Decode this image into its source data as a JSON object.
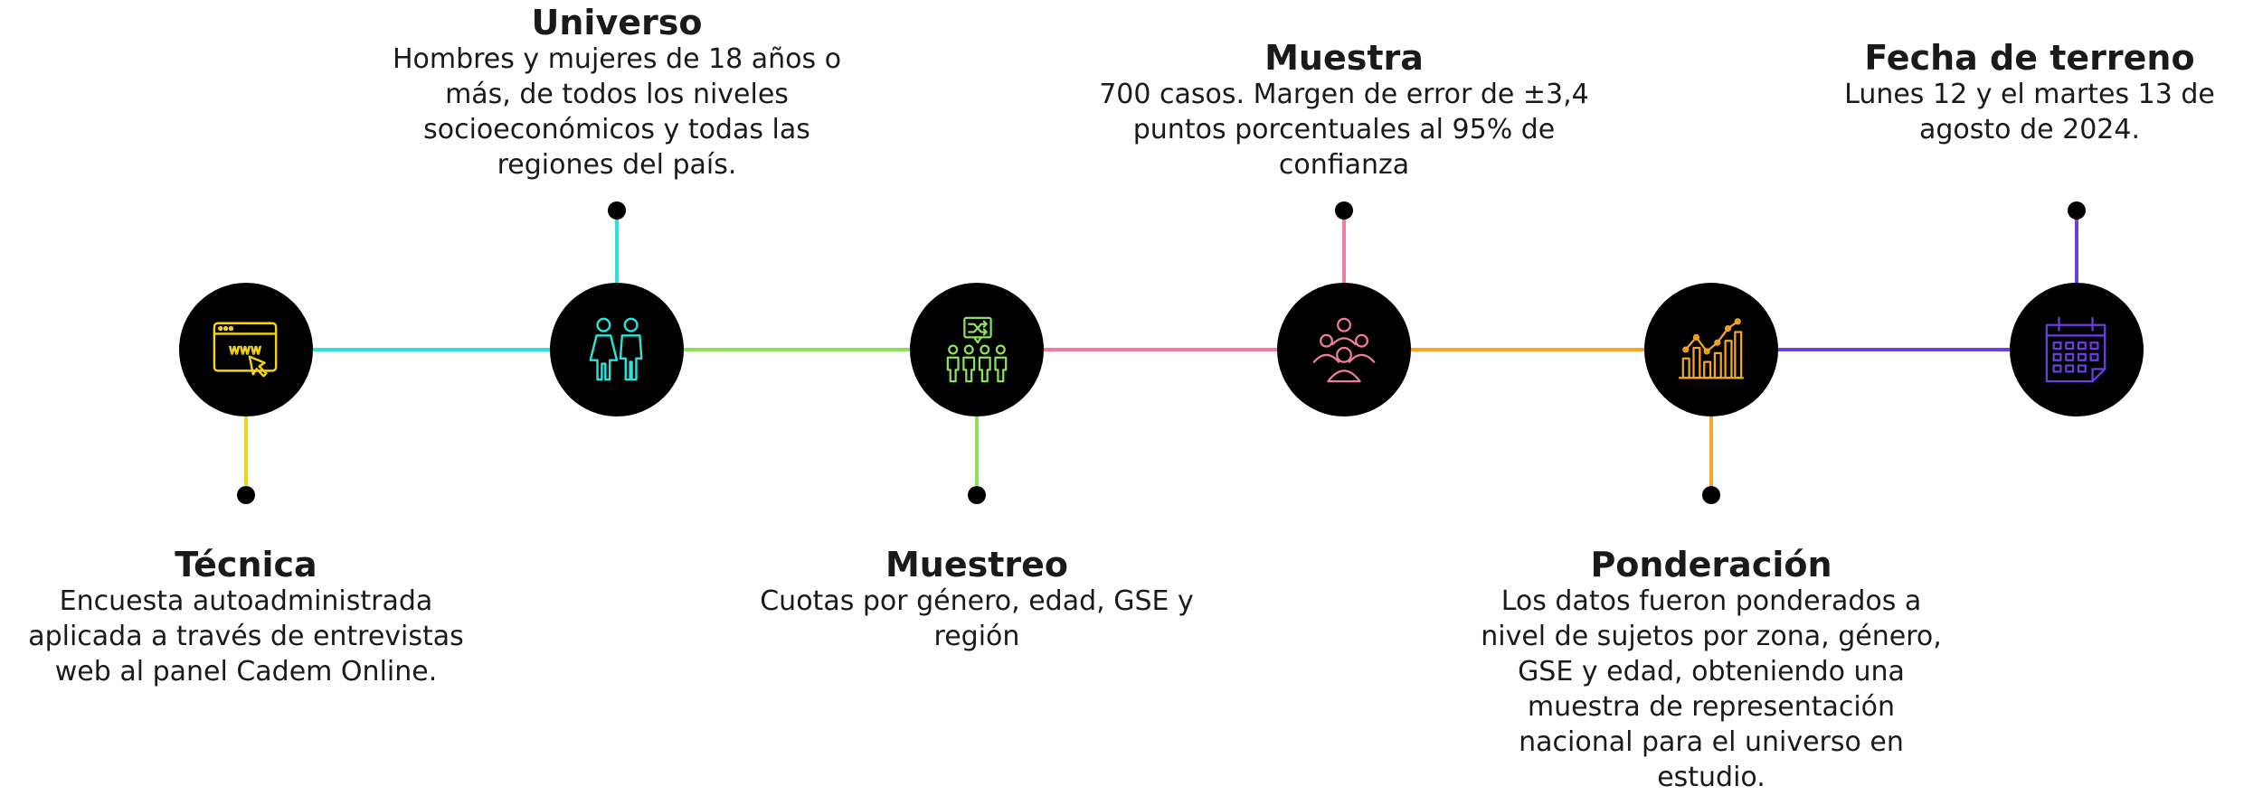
{
  "steps": [
    {
      "title": "Técnica",
      "desc": "Encuesta autoadministrada aplicada a través de entrevistas web al panel Cadem Online.",
      "icon": "web-browser-cursor-icon",
      "color": "#f5d416"
    },
    {
      "title": "Universo",
      "desc": "Hombres y mujeres de 18 años o más, de todos los niveles socioeconómicos y todas las regiones del país.",
      "icon": "man-woman-icon",
      "color": "#2ee0d6"
    },
    {
      "title": "Muestreo",
      "desc": "Cuotas por género, edad, GSE y región",
      "icon": "shuffle-people-icon",
      "color": "#8ee05a"
    },
    {
      "title": "Muestra",
      "desc": "700 casos. Margen de error de ±3,4 puntos porcentuales al 95% de confianza",
      "icon": "people-group-icon",
      "color": "#f07aa8"
    },
    {
      "title": "Ponderación",
      "desc": "Los datos fueron ponderados a nivel de sujetos por zona, género, GSE y edad, obteniendo una muestra de representación nacional para el universo en estudio.",
      "icon": "bar-line-chart-icon",
      "color": "#f5a623"
    },
    {
      "title": "Fecha de terreno",
      "desc": "Lunes 12 y el martes 13 de agosto de 2024.",
      "icon": "calendar-icon",
      "color": "#6a3fe0"
    }
  ]
}
